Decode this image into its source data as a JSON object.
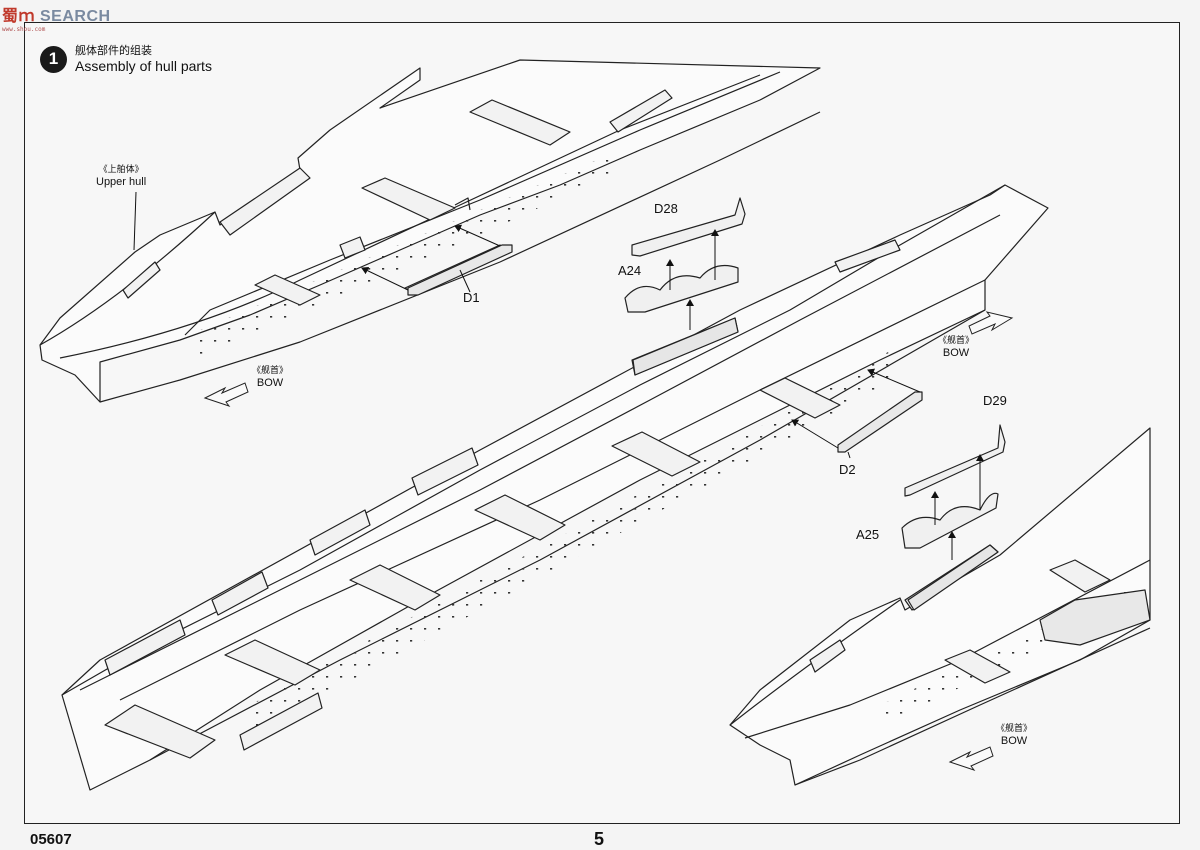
{
  "watermark": {
    "cn": "蜀",
    "sep": "ｍ",
    "en": "SEARCH",
    "sub": "www.shou.com"
  },
  "step": {
    "number": "1",
    "title_cn": "舰体部件的组装",
    "title_en": "Assembly of hull parts"
  },
  "labels": {
    "upper_hull_cn": "《上舶体》",
    "upper_hull_en": "Upper hull",
    "bow1_cn": "《舰首》",
    "bow1_en": "BOW",
    "bow2_cn": "《舰首》",
    "bow2_en": "BOW",
    "bow3_cn": "《舰首》",
    "bow3_en": "BOW",
    "d1": "D1",
    "d2": "D2",
    "d28": "D28",
    "d29": "D29",
    "a24": "A24",
    "a25": "A25"
  },
  "footer": {
    "code": "05607",
    "page": "5"
  }
}
